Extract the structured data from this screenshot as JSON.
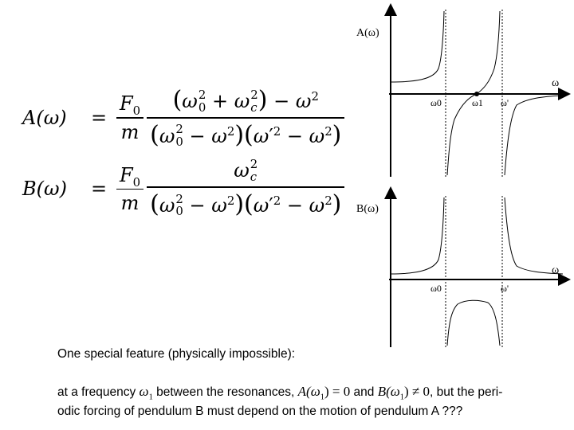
{
  "equations": {
    "A": {
      "lhs": "A(ω)",
      "equals": "=",
      "f0": "F",
      "f0_sub": "0",
      "m": "m",
      "numerator": "(ω₀² + ω_c²) − ω²",
      "denominator": "(ω₀² − ω²)(ω′² − ω²)"
    },
    "B": {
      "lhs": "B(ω)",
      "equals": "=",
      "f0": "F",
      "f0_sub": "0",
      "m": "m",
      "numerator": "ω_c²",
      "denominator": "(ω₀² − ω²)(ω′² − ω²)"
    }
  },
  "graph_top": {
    "ylabel": "A(ω)",
    "xlabel": "ω",
    "ticks": [
      "ω0",
      "ω1",
      "ω'"
    ]
  },
  "graph_bottom": {
    "ylabel": "B(ω)",
    "xlabel": "ω",
    "ticks": [
      "ω0",
      "ω'"
    ]
  },
  "text": {
    "heading": "One special feature (physically impossible):",
    "line1_a": "at a frequency ",
    "line1_w1": "ω",
    "line1_w1_sub": "1",
    "line1_b": " between the resonances, ",
    "line1_A": "A(ω",
    "line1_A_close": ") = 0",
    "line1_and": " and ",
    "line1_B": "B(ω",
    "line1_B_close": ") ≠ 0",
    "line1_c": ", but the peri-",
    "line2": "odic forcing of pendulum B must depend on the motion of pendulum A ???"
  }
}
